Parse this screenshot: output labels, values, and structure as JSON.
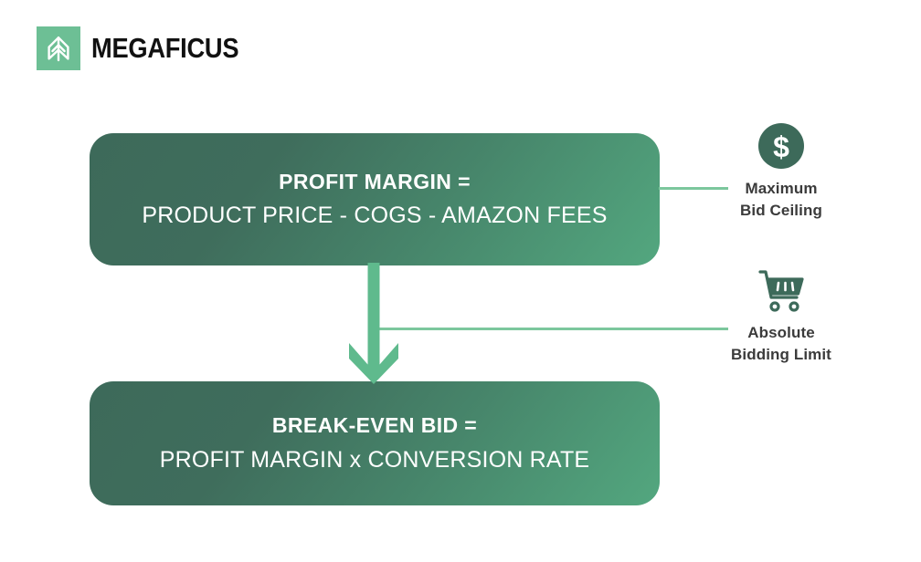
{
  "brand": {
    "name": "MEGAFICUS",
    "logo_icon": "ficus-leaf-icon",
    "logo_bg_color": "#6dbf95",
    "wordmark_color": "#111111"
  },
  "theme": {
    "box_gradient_start": "#3d6a5a",
    "box_gradient_end": "#53a77f",
    "connector_color": "#7cc79d",
    "arrow_color": "#5fba8d",
    "icon_color": "#3d6a5a",
    "label_color": "#3b3b3b",
    "background": "#ffffff"
  },
  "diagram": {
    "boxes": [
      {
        "id": "profit-margin",
        "title": "PROFIT MARGIN =",
        "formula": "PRODUCT PRICE - COGS - AMAZON FEES"
      },
      {
        "id": "break-even-bid",
        "title": "BREAK-EVEN BID =",
        "formula": "PROFIT MARGIN x CONVERSION RATE"
      }
    ],
    "flow_arrow": {
      "icon": "down-arrow-icon",
      "from": "profit-margin",
      "to": "break-even-bid"
    },
    "callouts": [
      {
        "id": "maximum-bid-ceiling",
        "icon": "dollar-coin-icon",
        "line1": "Maximum",
        "line2": "Bid Ceiling",
        "connects_to": "profit-margin"
      },
      {
        "id": "absolute-bidding-limit",
        "icon": "shopping-cart-icon",
        "line1": "Absolute",
        "line2": "Bidding Limit",
        "connects_to": "break-even-bid"
      }
    ]
  }
}
